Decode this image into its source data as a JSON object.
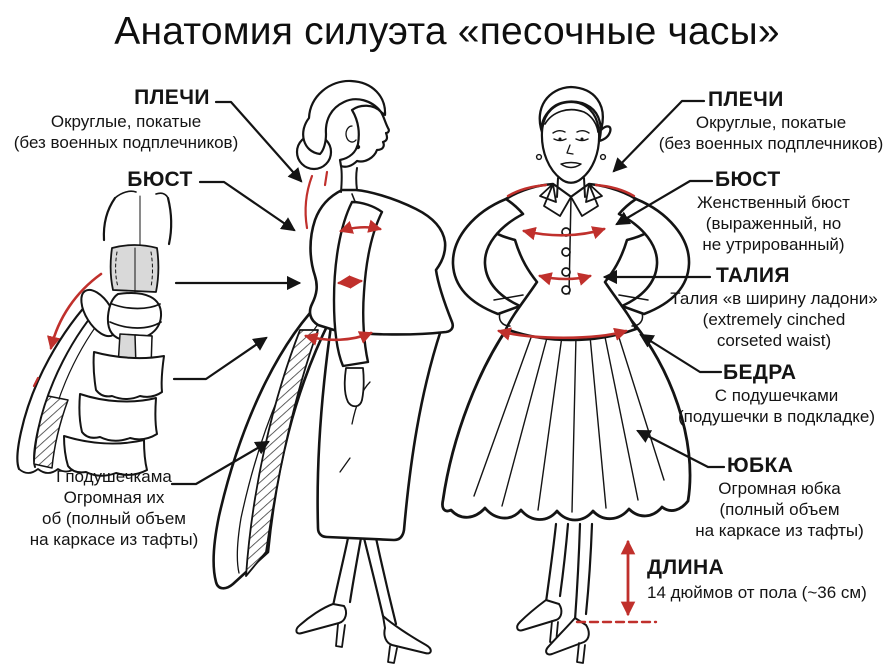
{
  "title": "Анатомия силуэта «песочные часы»",
  "colors": {
    "accent_red": "#c0302c",
    "ink": "#141414",
    "shade_gray": "#d9d9d9"
  },
  "annotations": {
    "left_shoulders": {
      "label": "ПЛЕЧИ",
      "line1": "Округлые, покатые",
      "line2": "(без военных подплечников)"
    },
    "left_bust": {
      "label": "БЮСТ"
    },
    "left_skirt_pads": {
      "line1": "Гподушечкама",
      "line2": "Огромная их",
      "line3": "об (полный объем",
      "line4": "на каркасе из тафты)"
    },
    "right_shoulders": {
      "label": "ПЛЕЧИ",
      "line1": "Округлые, покатые",
      "line2": "(без военных подплечников)"
    },
    "right_bust": {
      "label": "БЮСТ",
      "line1": "Женственный бюст",
      "line2": "(выраженный, но",
      "line3": "не утрированный)"
    },
    "right_waist": {
      "label": "ТАЛИЯ",
      "line1": "Талия «в ширину ладони»",
      "line2": "(extremely cinched",
      "line3": "corseted waist)"
    },
    "right_hips": {
      "label": "БЕДРА",
      "line1": "С подушечками",
      "line2": "(подушечки в подкладке)"
    },
    "right_skirt": {
      "label": "ЮБКА",
      "line1": "Огромная юбка",
      "line2": "(полный объем",
      "line3": "на каркасе из тафты)"
    },
    "length": {
      "label": "ДЛИНА",
      "line1": "14 дюймов от пола (~36 см)"
    }
  }
}
